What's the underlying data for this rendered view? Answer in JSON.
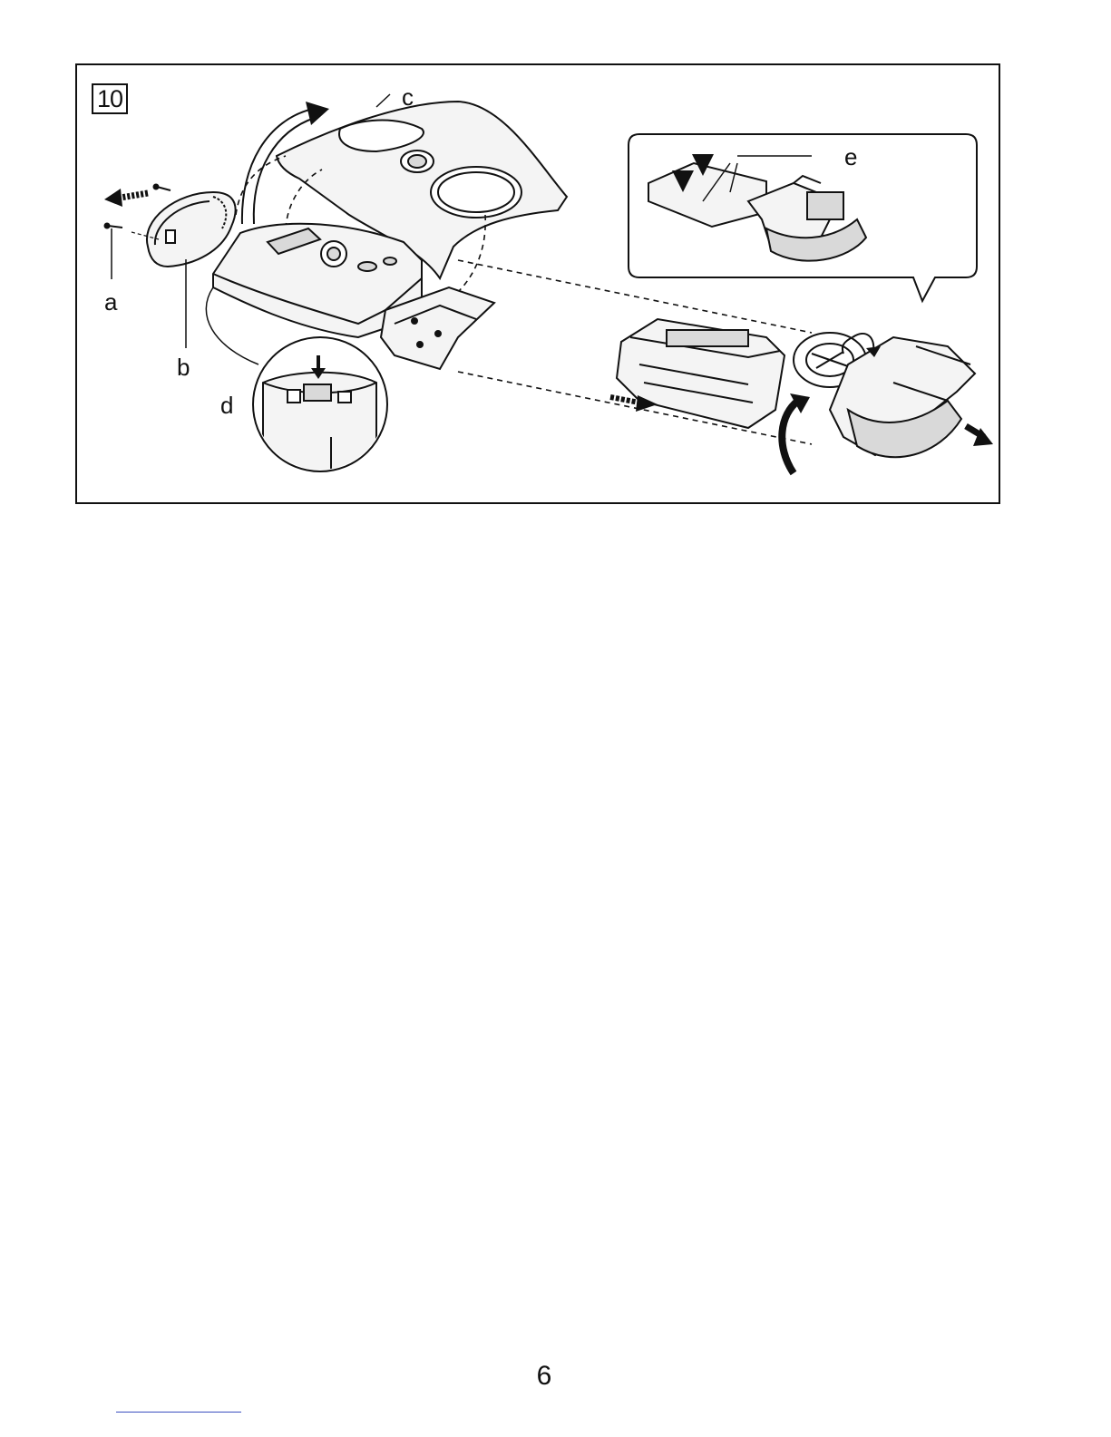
{
  "figure": {
    "step_number": "10",
    "labels": {
      "a": "a",
      "b": "b",
      "c": "c",
      "d": "d",
      "e": "e"
    }
  },
  "page": {
    "number": "6"
  },
  "colors": {
    "ink": "#111111",
    "fill_light": "#f4f4f4",
    "fill_mid": "#d9d9d9",
    "footer_rule": "#3b4fbf"
  }
}
